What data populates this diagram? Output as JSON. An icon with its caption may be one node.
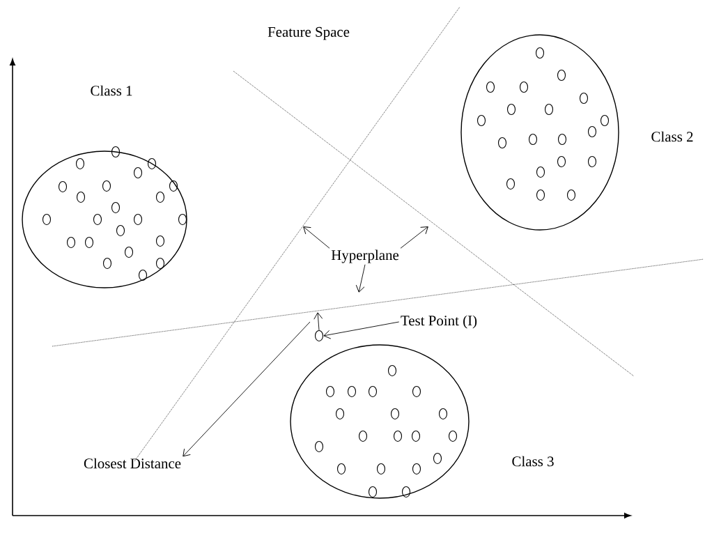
{
  "diagram": {
    "nodes": [
      {
        "text": [
          "Class 1"
        ]
      },
      {
        "text": [
          "Class 2"
        ]
      },
      {
        "text": [
          "Class 3"
        ]
      },
      {
        "text": [
          "Hyperplane"
        ]
      },
      {
        "text": [
          "Test Point (I)"
        ]
      },
      {
        "text": [],
        "shape": "circle"
      },
      {
        "text": [
          "Closest Distance"
        ]
      }
    ],
    "edges": [
      {
        "from": 3,
        "to": null,
        "arrow": "to"
      },
      {
        "from": 3,
        "to": null,
        "arrow": "to"
      },
      {
        "from": 3,
        "to": null,
        "arrow": "to"
      },
      {
        "from": 4,
        "to": 5,
        "arrow": "to"
      },
      {
        "from": 5,
        "to": null,
        "arrow": "to"
      },
      {
        "from": null,
        "to": 6,
        "arrow": "to"
      }
    ],
    "labels": [
      "Feature Space"
    ]
  }
}
